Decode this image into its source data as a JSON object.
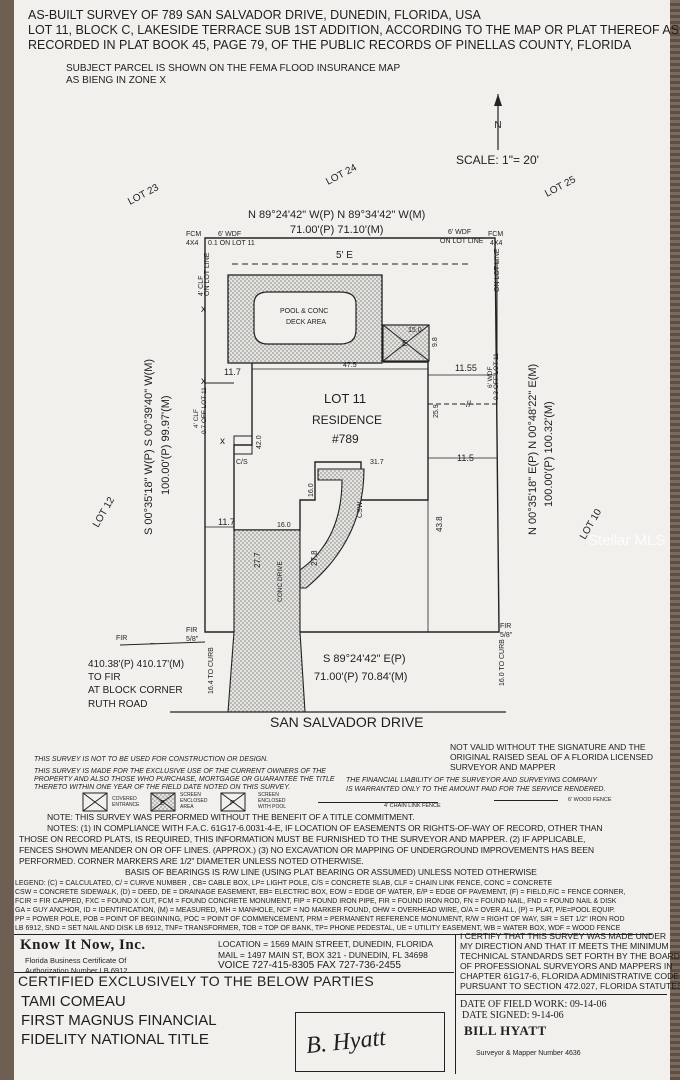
{
  "header": {
    "line1": "AS-BUILT SURVEY OF 789 SAN SALVADOR DRIVE, DUNEDIN, FLORIDA, USA",
    "line2": "LOT 11, BLOCK C, LAKESIDE TERRACE SUB 1ST ADDITION, ACCORDING TO THE MAP OR PLAT THEREOF AS",
    "line3": "RECORDED IN PLAT BOOK 45, PAGE 79, OF THE PUBLIC RECORDS OF PINELLAS COUNTY, FLORIDA"
  },
  "flood": {
    "line1": "SUBJECT PARCEL IS SHOWN ON THE FEMA FLOOD INSURANCE MAP",
    "line2": "AS BIENG IN ZONE X"
  },
  "north_letter": "N",
  "scale": "SCALE: 1\"= 20'",
  "plan": {
    "lot23": "LOT 23",
    "lot24": "LOT 24",
    "lot25": "LOT 25",
    "lot12": "LOT 12",
    "lot10": "LOT 10",
    "north_bearing": "N 89°24'42\" W(P)  N 89°34'42\" W(M)",
    "north_dist": "71.00'(P)  71.10'(M)",
    "fcm": "FCM",
    "four_by_four": "4X4",
    "wdf_left_1": "6' WDF",
    "wdf_left_2": "0.1 ON LOT 11",
    "wdf_right_1": "6' WDF",
    "wdf_right_2": "ON LOT LINE",
    "easement": "5' E",
    "clf_left": "4' CLF",
    "clf_left_2": "ON LOT LINE",
    "clf_right": "ON LOT LINE",
    "pool": "POOL & CONC",
    "pool2": "DECK AREA",
    "screen_e": "E",
    "d15": "15.0",
    "d98": "9.8",
    "d475": "47.5",
    "d117a": "11.7",
    "d1155": "11.55",
    "d259": "25.9",
    "d420": "42.0",
    "d115": "11.5",
    "d317": "31.7",
    "d160a": "16.0",
    "d117b": "11.7",
    "d160b": "16.0",
    "d438": "43.8",
    "d277a": "27.7",
    "d278": "27.8",
    "lot": "LOT 11",
    "residence": "RESIDENCE",
    "number": "#789",
    "clf_side": "4' CLF",
    "clf_side_2": "0.7 OFF LOT 11",
    "wdf_side": "6' WDF",
    "wdf_side_2": "0.3 OFF LOT 11",
    "cs": "C/S",
    "csw": "CSW",
    "conc_drive": "CONC DRIVE",
    "west_bearing": "S 00°35'18\" W(P)  S 00°39'40\" W(M)",
    "west_dist": "100.00'(P)  99.97'(M)",
    "east_bearing": "N 00°35'18\" E(P)  N 00°48'22\" E(M)",
    "east_dist": "100.00'(P)  100.32'(M)",
    "fir": "FIR",
    "fir_size": "5/8\"",
    "south_bearing": "S 89°24'42\" E(P)",
    "south_dist": "71.00'(P)  70.84'(M)",
    "block_1": "410.38'(P)  410.17'(M)",
    "block_2": "TO FIR",
    "block_3": "AT BLOCK CORNER",
    "block_4": "RUTH ROAD",
    "curb_left": "16.4 TO CURB",
    "curb_right": "16.0 TO CURB",
    "street": "SAN SALVADOR DRIVE"
  },
  "disclaimer": {
    "a": "THIS SURVEY IS NOT TO BE USED FOR CONSTRUCTION OR DESIGN.",
    "b": "THIS SURVEY IS MADE FOR THE EXCLUSIVE USE OF THE CURRENT OWNERS OF THE",
    "c": "PROPERTY AND ALSO THOSE WHO PURCHASE, MORTGAGE OR GUARANTEE THE TITLE",
    "d": "THERETO WITHIN ONE YEAR OF THE FIELD DATE NOTED ON THIS SURVEY.",
    "v1": "NOT VALID WITHOUT THE SIGNATURE AND THE",
    "v2": "ORIGINAL RAISED SEAL OF A FLORIDA LICENSED",
    "v3": "SURVEYOR AND MAPPER",
    "f1": "THE FINANCIAL LIABILITY OF THE SURVEYOR AND SURVEYING COMPANY",
    "f2": "IS WARRANTED ONLY TO THE AMOUNT PAID FOR THE SERVICE RENDERED."
  },
  "symbols": {
    "covered": "COVERED",
    "entrance": "ENTRANCE",
    "screen": "SCREEN",
    "enclosed": "ENCLOSED",
    "area": "AREA",
    "screen2": "SCREEN",
    "enclosed2": "ENCLOSED",
    "with_pool": "WITH POOL",
    "chain_fence": "4' CHAIN LINK FENCE",
    "wood_fence": "6' WOOD FENCE",
    "e": "E",
    "p": "P"
  },
  "notes": [
    "NOTE:  THIS SURVEY WAS PERFORMED WITHOUT THE BENEFIT OF A TITLE COMMITMENT.",
    "NOTES: (1) IN COMPLIANCE WITH F.A.C. 61G17-6.0031-4-E, IF LOCATION OF EASEMENTS OR RIGHTS-OF-WAY OF RECORD, OTHER THAN",
    "THOSE ON RECORD PLATS, IS REQUIRED, THIS INFORMATION MUST BE FURNISHED TO THE SURVEYOR AND MAPPER. (2) IF APPLICABLE,",
    "FENCES SHOWN MEANDER ON OR OFF LINES. (APPROX.) (3) NO EXCAVATION OR MAPPING OF UNDERGROUND IMPROVEMENTS HAS BEEN",
    "PERFORMED. CORNER MARKERS ARE 1/2\" DIAMETER UNLESS NOTED OTHERWISE.",
    "BASIS OF BEARINGS IS R/W LINE (USING PLAT BEARING OR ASSUMED) UNLESS NOTED OTHERWISE"
  ],
  "legend": [
    "LEGEND: (C) = CALCULATED, C/ = CURVE NUMBER , CB= CABLE BOX, LP= LIGHT POLE, C/S = CONCRETE SLAB, CLF = CHAIN LINK FENCE, CONC = CONCRETE",
    "CSW = CONCRETE SIDEWALK, (D) = DEED, DE = DRAINAGE EASEMENT, EB= ELECTRIC BOX, EOW = EDGE OF WATER, E/P = EDGE OF PAVEMENT, (F) = FIELD,F/C = FENCE CORNER,",
    "FCIR = FIR CAPPED, FXC = FOUND X CUT, FCM = FOUND CONCRETE MONUMENT, FIP = FOUND IRON PIPE, FIR = FOUND IRON ROD, FN = FOUND NAIL, FND = FOUND NAIL & DISK",
    "GA = GUY ANCHOR, ID = IDENTIFICATION, (M) = MEASURED, MH = MANHOLE, NCF = NO MARKER FOUND, OHW = OVERHEAD WIRE, O/A = OVER ALL, (P) = PLAT, P/E=POOL EQUIP.",
    "PP = POWER POLE, POB = POINT OF BEGINNING, POC = POINT OF COMMENCEMENT, PRM = PERMANENT REFERENCE MONUMENT, R/W = RIGHT OF WAY, SIR = SET 1/2\" IRON ROD",
    "LB 6912, SND = SET NAIL AND DISK LB 6912, TNF= TRANSFORMER, TOB = TOP OF BANK, TP= PHONE PEDESTAL, UE = UTILITY EASEMENT, WB = WATER BOX, WDF = WOOD FENCE"
  ],
  "company": {
    "name": "Know It Now, Inc.",
    "cert1": "Florida Business Certificate Of",
    "cert2": "Authorization Number LB 6912",
    "loc": "LOCATION = 1569 MAIN STREET, DUNEDIN, FLORIDA",
    "mail": "MAIL = 1497 MAIN ST, BOX 321 - DUNEDIN, FL 34698",
    "voice": "VOICE  727-415-8305     FAX  727-736-2455"
  },
  "certified": {
    "title": "CERTIFIED EXCLUSIVELY TO THE BELOW PARTIES",
    "p1": "TAMI COMEAU",
    "p2": "FIRST MAGNUS FINANCIAL",
    "p3": "FIDELITY NATIONAL TITLE"
  },
  "signature_text": "B. Hyatt",
  "statement": [
    "I CERTIFY THAT THIS SURVEY WAS MADE UNDER",
    "MY DIRECTION AND THAT IT MEETS THE MINIMUM",
    "TECHNICAL STANDARDS SET FORTH BY THE BOARD",
    "OF PROFESSIONAL SURVEYORS AND MAPPERS IN",
    "CHAPTER 61G17-6, FLORIDA ADMINISTRATIVE CODE,",
    "PURSUANT TO SECTION 472.027, FLORIDA STATUTES."
  ],
  "dates": {
    "field": "DATE OF FIELD WORK: 09-14-06",
    "signed": "DATE SIGNED: 9-14-06"
  },
  "surveyor": {
    "name": "BILL HYATT",
    "number": "Surveyor & Mapper Number 4636"
  },
  "watermark": "Stellar MLS"
}
